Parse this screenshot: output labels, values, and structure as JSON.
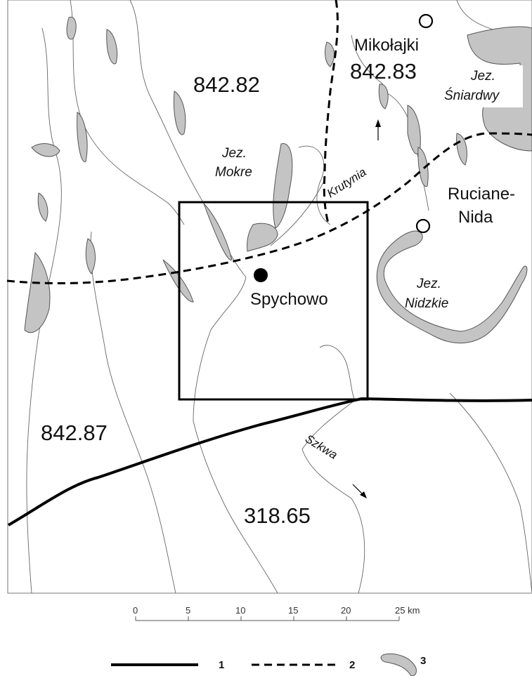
{
  "catchments": [
    {
      "id": "c1",
      "label": "842.82"
    },
    {
      "id": "c2",
      "label": "842.83"
    },
    {
      "id": "c3",
      "label": "842.87"
    },
    {
      "id": "c4",
      "label": "318.65"
    }
  ],
  "towns": {
    "mikolajki": "Mikołajki",
    "ruciane_line1": "Ruciane-",
    "ruciane_line2": "Nida",
    "spychowo": "Spychowo"
  },
  "lakes": {
    "sniardwy_l1": "Jez.",
    "sniardwy_l2": "Śniardwy",
    "mokre_l1": "Jez.",
    "mokre_l2": "Mokre",
    "nidzkie_l1": "Jez.",
    "nidzkie_l2": "Nidzkie"
  },
  "rivers": {
    "krutynia": "Krutynia",
    "szkwa": "Szkwa"
  },
  "scale": {
    "ticks": [
      "0",
      "5",
      "10",
      "15",
      "20",
      "25 km"
    ]
  },
  "legend": {
    "item1": "1",
    "item2": "2",
    "item3": "3"
  },
  "colors": {
    "lake_fill": "#c4c4c4",
    "boundary": "#000000",
    "river": "#666666"
  }
}
